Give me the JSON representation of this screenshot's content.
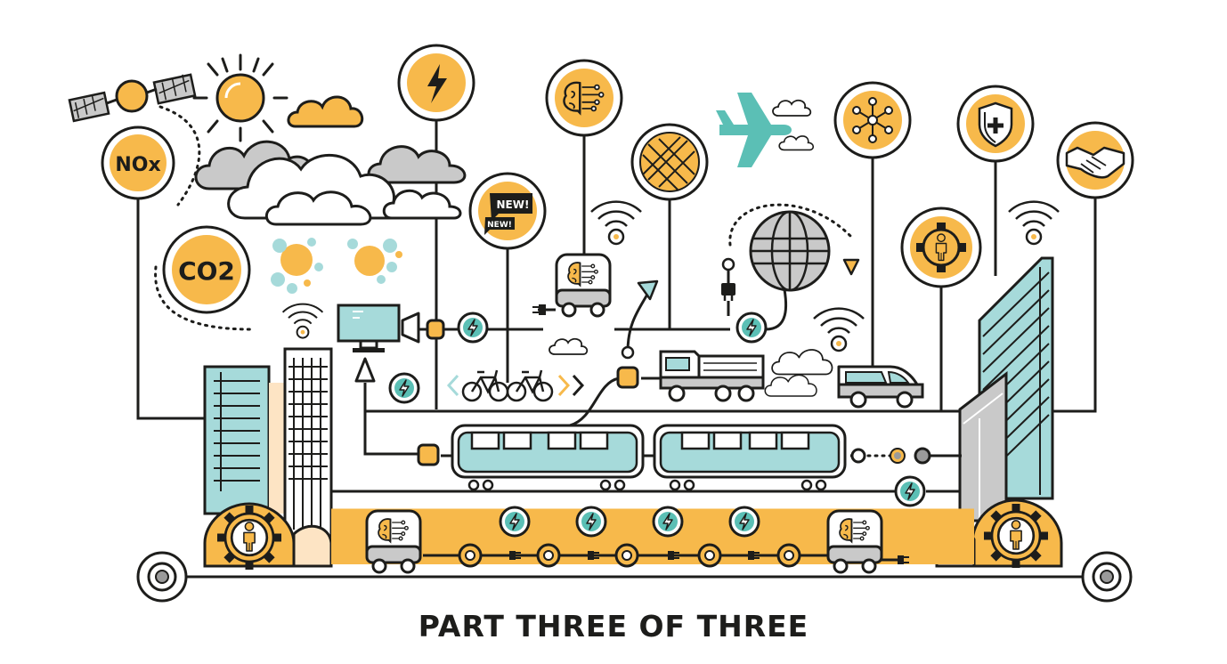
{
  "caption": "PART THREE OF THREE",
  "labels": {
    "nox": "NOx",
    "co2": "CO2",
    "new_top": "NEW!",
    "new_bottom": "NEW!"
  },
  "colors": {
    "ink": "#1d1d1b",
    "yellow": "#f7b94b",
    "teal": "#5bbfb5",
    "aqua": "#a6dada",
    "gray": "#c9c9c9",
    "cream": "#fde4c4"
  },
  "icons": [
    "satellite-icon",
    "sun-icon",
    "cloud-icon",
    "nox-icon",
    "co2-icon",
    "lightning-icon",
    "news-icon",
    "brain-chip-icon",
    "grid-icon",
    "airplane-icon",
    "network-icon",
    "globe-icon",
    "shield-icon",
    "handshake-icon",
    "worker-gear-icon",
    "wifi-icon",
    "monitor-icon",
    "bicycle-icon",
    "truck-icon",
    "car-icon",
    "tram-icon",
    "autonomous-pod-icon",
    "charging-icon",
    "plug-icon",
    "skyscraper-icon",
    "wheel-icon"
  ]
}
